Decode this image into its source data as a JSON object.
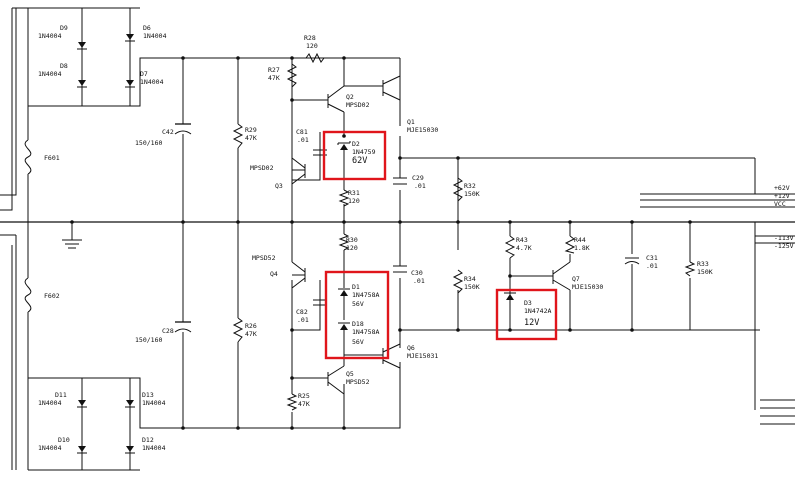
{
  "diodes_bridge": [
    {
      "ref": "D9",
      "part": "1N4004"
    },
    {
      "ref": "D6",
      "part": "1N4004"
    },
    {
      "ref": "D8",
      "part": "1N4004"
    },
    {
      "ref": "D7",
      "part": "1N4004"
    },
    {
      "ref": "D11",
      "part": "1N4004"
    },
    {
      "ref": "D13",
      "part": "1N4004"
    },
    {
      "ref": "D10",
      "part": "1N4004"
    },
    {
      "ref": "D12",
      "part": "1N4004"
    }
  ],
  "fuses": [
    {
      "ref": "F601"
    },
    {
      "ref": "F602"
    }
  ],
  "caps": {
    "c42": {
      "ref": "C42",
      "value": "150/160"
    },
    "c28": {
      "ref": "C28",
      "value": "150/160"
    },
    "c81": {
      "ref": "C81",
      "value": ".01"
    },
    "c82": {
      "ref": "C82",
      "value": ".01"
    },
    "c29": {
      "ref": "C29",
      "value": ".01"
    },
    "c30": {
      "ref": "C30",
      "value": ".01"
    },
    "c31": {
      "ref": "C31",
      "value": ".01"
    }
  },
  "resistors": {
    "r28": {
      "ref": "R28",
      "value": "120"
    },
    "r27": {
      "ref": "R27",
      "value": "47K"
    },
    "r29": {
      "ref": "R29",
      "value": "47K"
    },
    "r31": {
      "ref": "R31",
      "value": "120"
    },
    "r30": {
      "ref": "R30",
      "value": "120"
    },
    "r26": {
      "ref": "R26",
      "value": "47K"
    },
    "r25": {
      "ref": "R25",
      "value": "47K"
    },
    "r32": {
      "ref": "R32",
      "value": "150K"
    },
    "r34": {
      "ref": "R34",
      "value": "150K"
    },
    "r43": {
      "ref": "R43",
      "value": "4.7K"
    },
    "r44": {
      "ref": "R44",
      "value": "1.8K"
    },
    "r33": {
      "ref": "R33",
      "value": "150K"
    }
  },
  "transistors": {
    "q2": {
      "ref": "Q2",
      "part": "MPSD02"
    },
    "q1": {
      "ref": "Q1",
      "part": "MJE15030"
    },
    "q3": {
      "ref": "Q3",
      "part": "MPSD02"
    },
    "q4": {
      "ref": "Q4",
      "part": "MPSD52"
    },
    "q5": {
      "ref": "Q5",
      "part": "MPSD52"
    },
    "q6": {
      "ref": "Q6",
      "part": "MJE15031"
    },
    "q7": {
      "ref": "Q7",
      "part": "MJE15030"
    }
  },
  "zeners": {
    "d2": {
      "ref": "D2",
      "part": "1N4759",
      "voltage": "62V"
    },
    "d1": {
      "ref": "D1",
      "part": "1N4758A",
      "voltage": "56V"
    },
    "d18": {
      "ref": "D18",
      "part": "1N4758A",
      "voltage": "56V"
    },
    "d3": {
      "ref": "D3",
      "part": "1N4742A",
      "voltage": "12V"
    }
  },
  "rails": {
    "p62": "+62V",
    "p12": "+12V",
    "vcc": "VCC",
    "n113": "-113V",
    "n125": "-125V"
  },
  "highlight_color": "#e0151b"
}
